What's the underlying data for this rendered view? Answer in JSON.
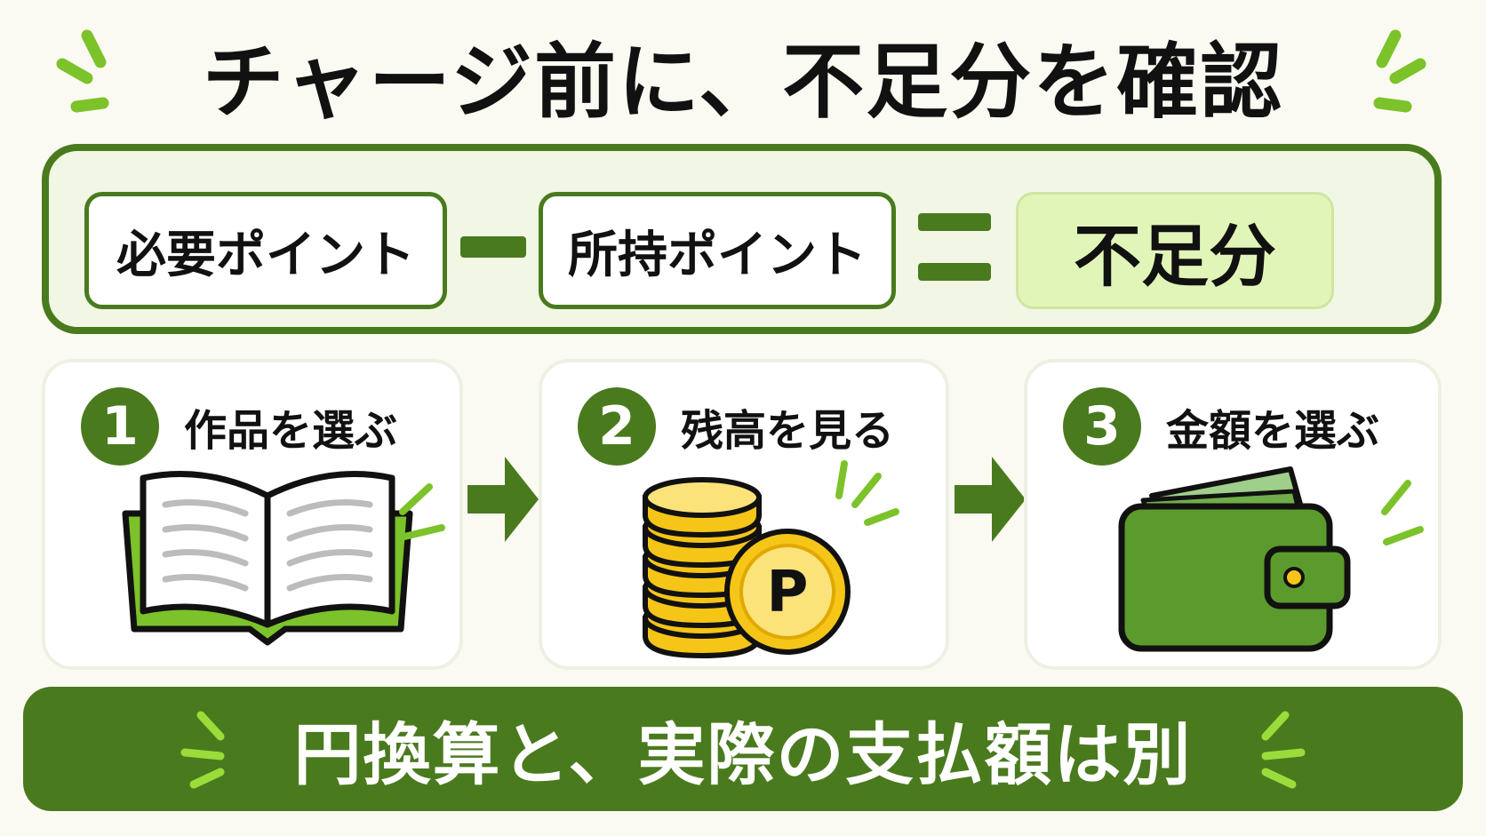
{
  "title": "チャージ前に、不足分を確認",
  "formula": {
    "required": "必要ポイント",
    "minus": "−",
    "owned": "所持ポイント",
    "equals": "=",
    "result": "不足分"
  },
  "steps": [
    {
      "number": "1",
      "label": "作品を選ぶ",
      "icon": "book-icon"
    },
    {
      "number": "2",
      "label": "残高を見る",
      "icon": "coins-icon"
    },
    {
      "number": "3",
      "label": "金額を選ぶ",
      "icon": "wallet-icon"
    }
  ],
  "coin_symbol": "P",
  "banner": "円換算と、実際の支払額は別",
  "colors": {
    "dark_green": "#4a7a1e",
    "accent_green": "#7cc22a",
    "highlight": "#e2f5b8",
    "coin_gold": "#f5c518",
    "background": "#fbfaf2"
  }
}
